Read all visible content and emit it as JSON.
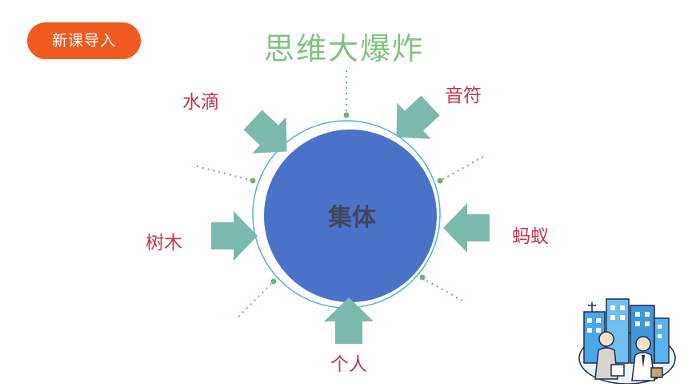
{
  "badge": {
    "label": "新课导入"
  },
  "title": "思维大爆炸",
  "center": {
    "label": "集体"
  },
  "spokes": [
    "水滴",
    "音符",
    "树木",
    "蚂蚁",
    "个人"
  ],
  "icons": {
    "arrows": "arrow-icon",
    "clipart": "city-people-clipart"
  },
  "colors": {
    "badge": "#ef5a1f",
    "title": "#7ec47d",
    "word": "#c7374b",
    "circle_fill": "#4a72c9",
    "ring": "#49b4e0",
    "arrow": "#7bb9ae",
    "dots": "#6db56d"
  }
}
